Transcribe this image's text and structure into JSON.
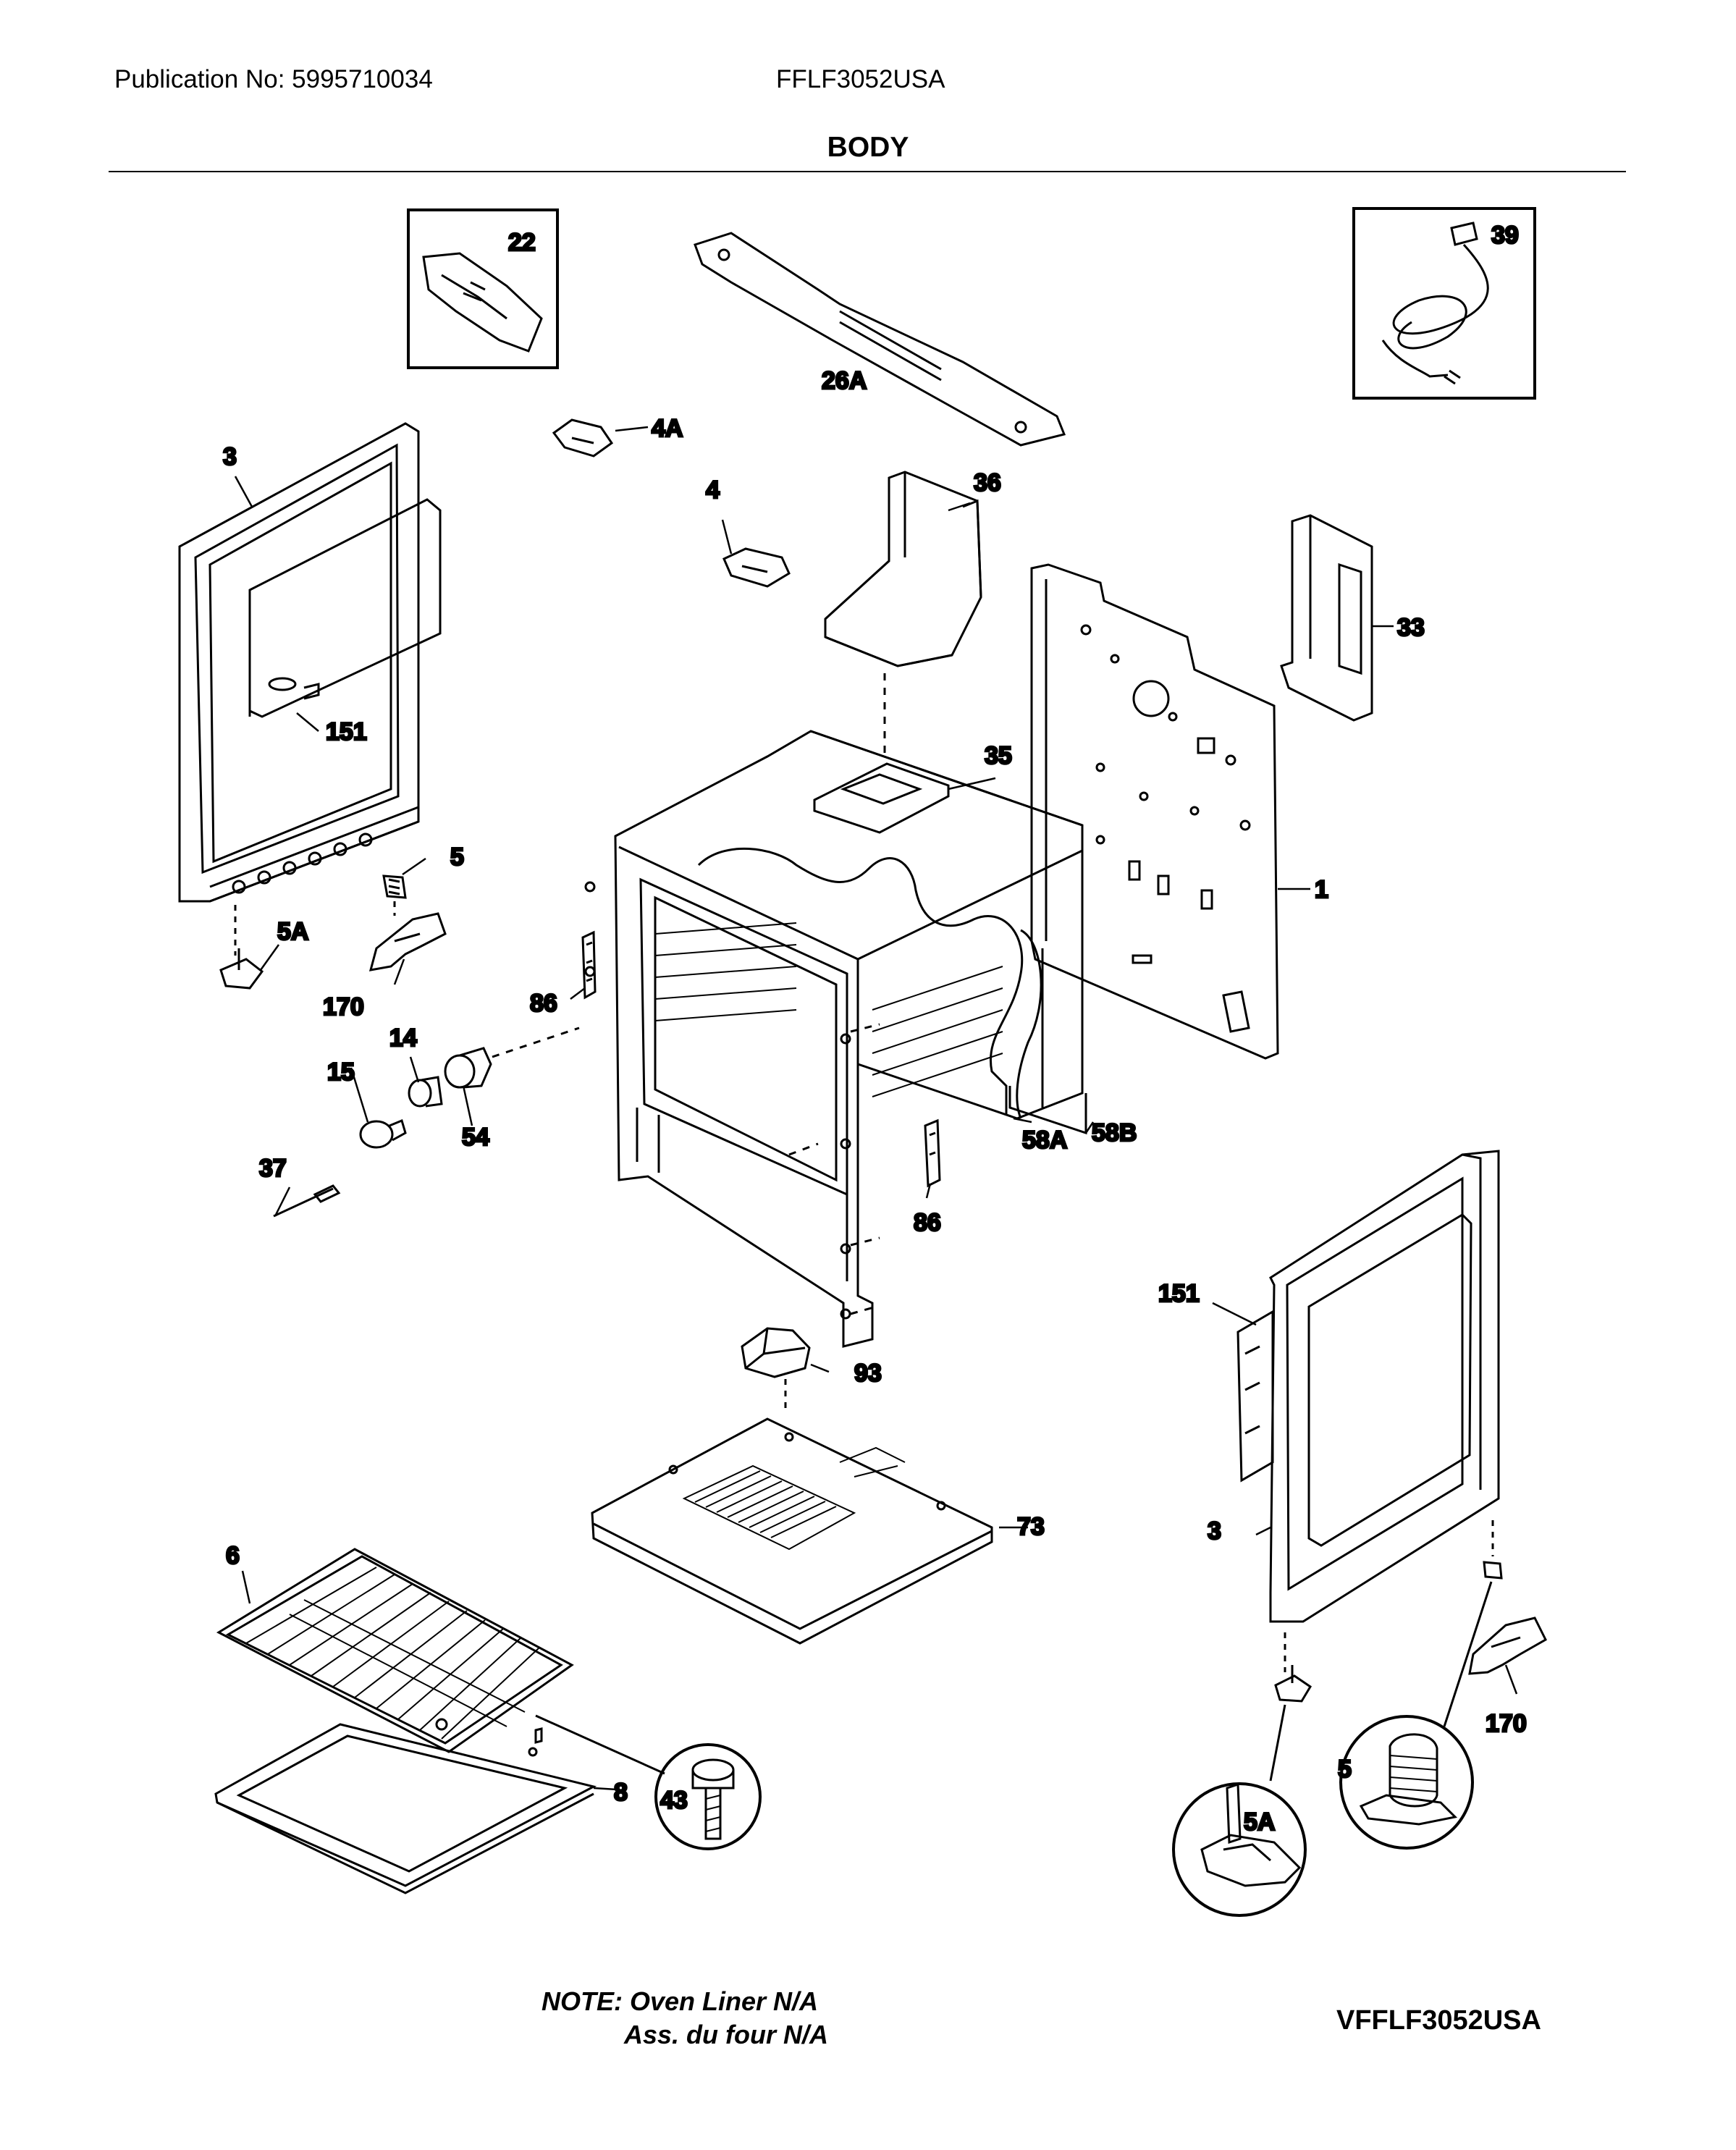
{
  "header": {
    "publication": "Publication No: 5995710034",
    "model": "FFLF3052USA",
    "section_title": "BODY"
  },
  "callouts": {
    "c22": "22",
    "c26a": "26A",
    "c39": "39",
    "c4a": "4A",
    "c3_left": "3",
    "c151_left": "151",
    "c4": "4",
    "c36": "36",
    "c33": "33",
    "c35": "35",
    "c1": "1",
    "c5_left": "5",
    "c5a_left": "5A",
    "c170_left": "170",
    "c86_upper": "86",
    "c14": "14",
    "c15": "15",
    "c54": "54",
    "c37": "37",
    "c58a": "58A",
    "c58b": "58B",
    "c86_lower": "86",
    "c151_right": "151",
    "c93": "93",
    "c73": "73",
    "c3_right": "3",
    "c6": "6",
    "c8": "8",
    "c43": "43",
    "c5_right": "5",
    "c5a_right": "5A",
    "c170_right": "170"
  },
  "footer": {
    "note_line1": "NOTE: Oven Liner N/A",
    "note_line2": "Ass. du four N/A",
    "diagram_code": "VFFLF3052USA"
  }
}
